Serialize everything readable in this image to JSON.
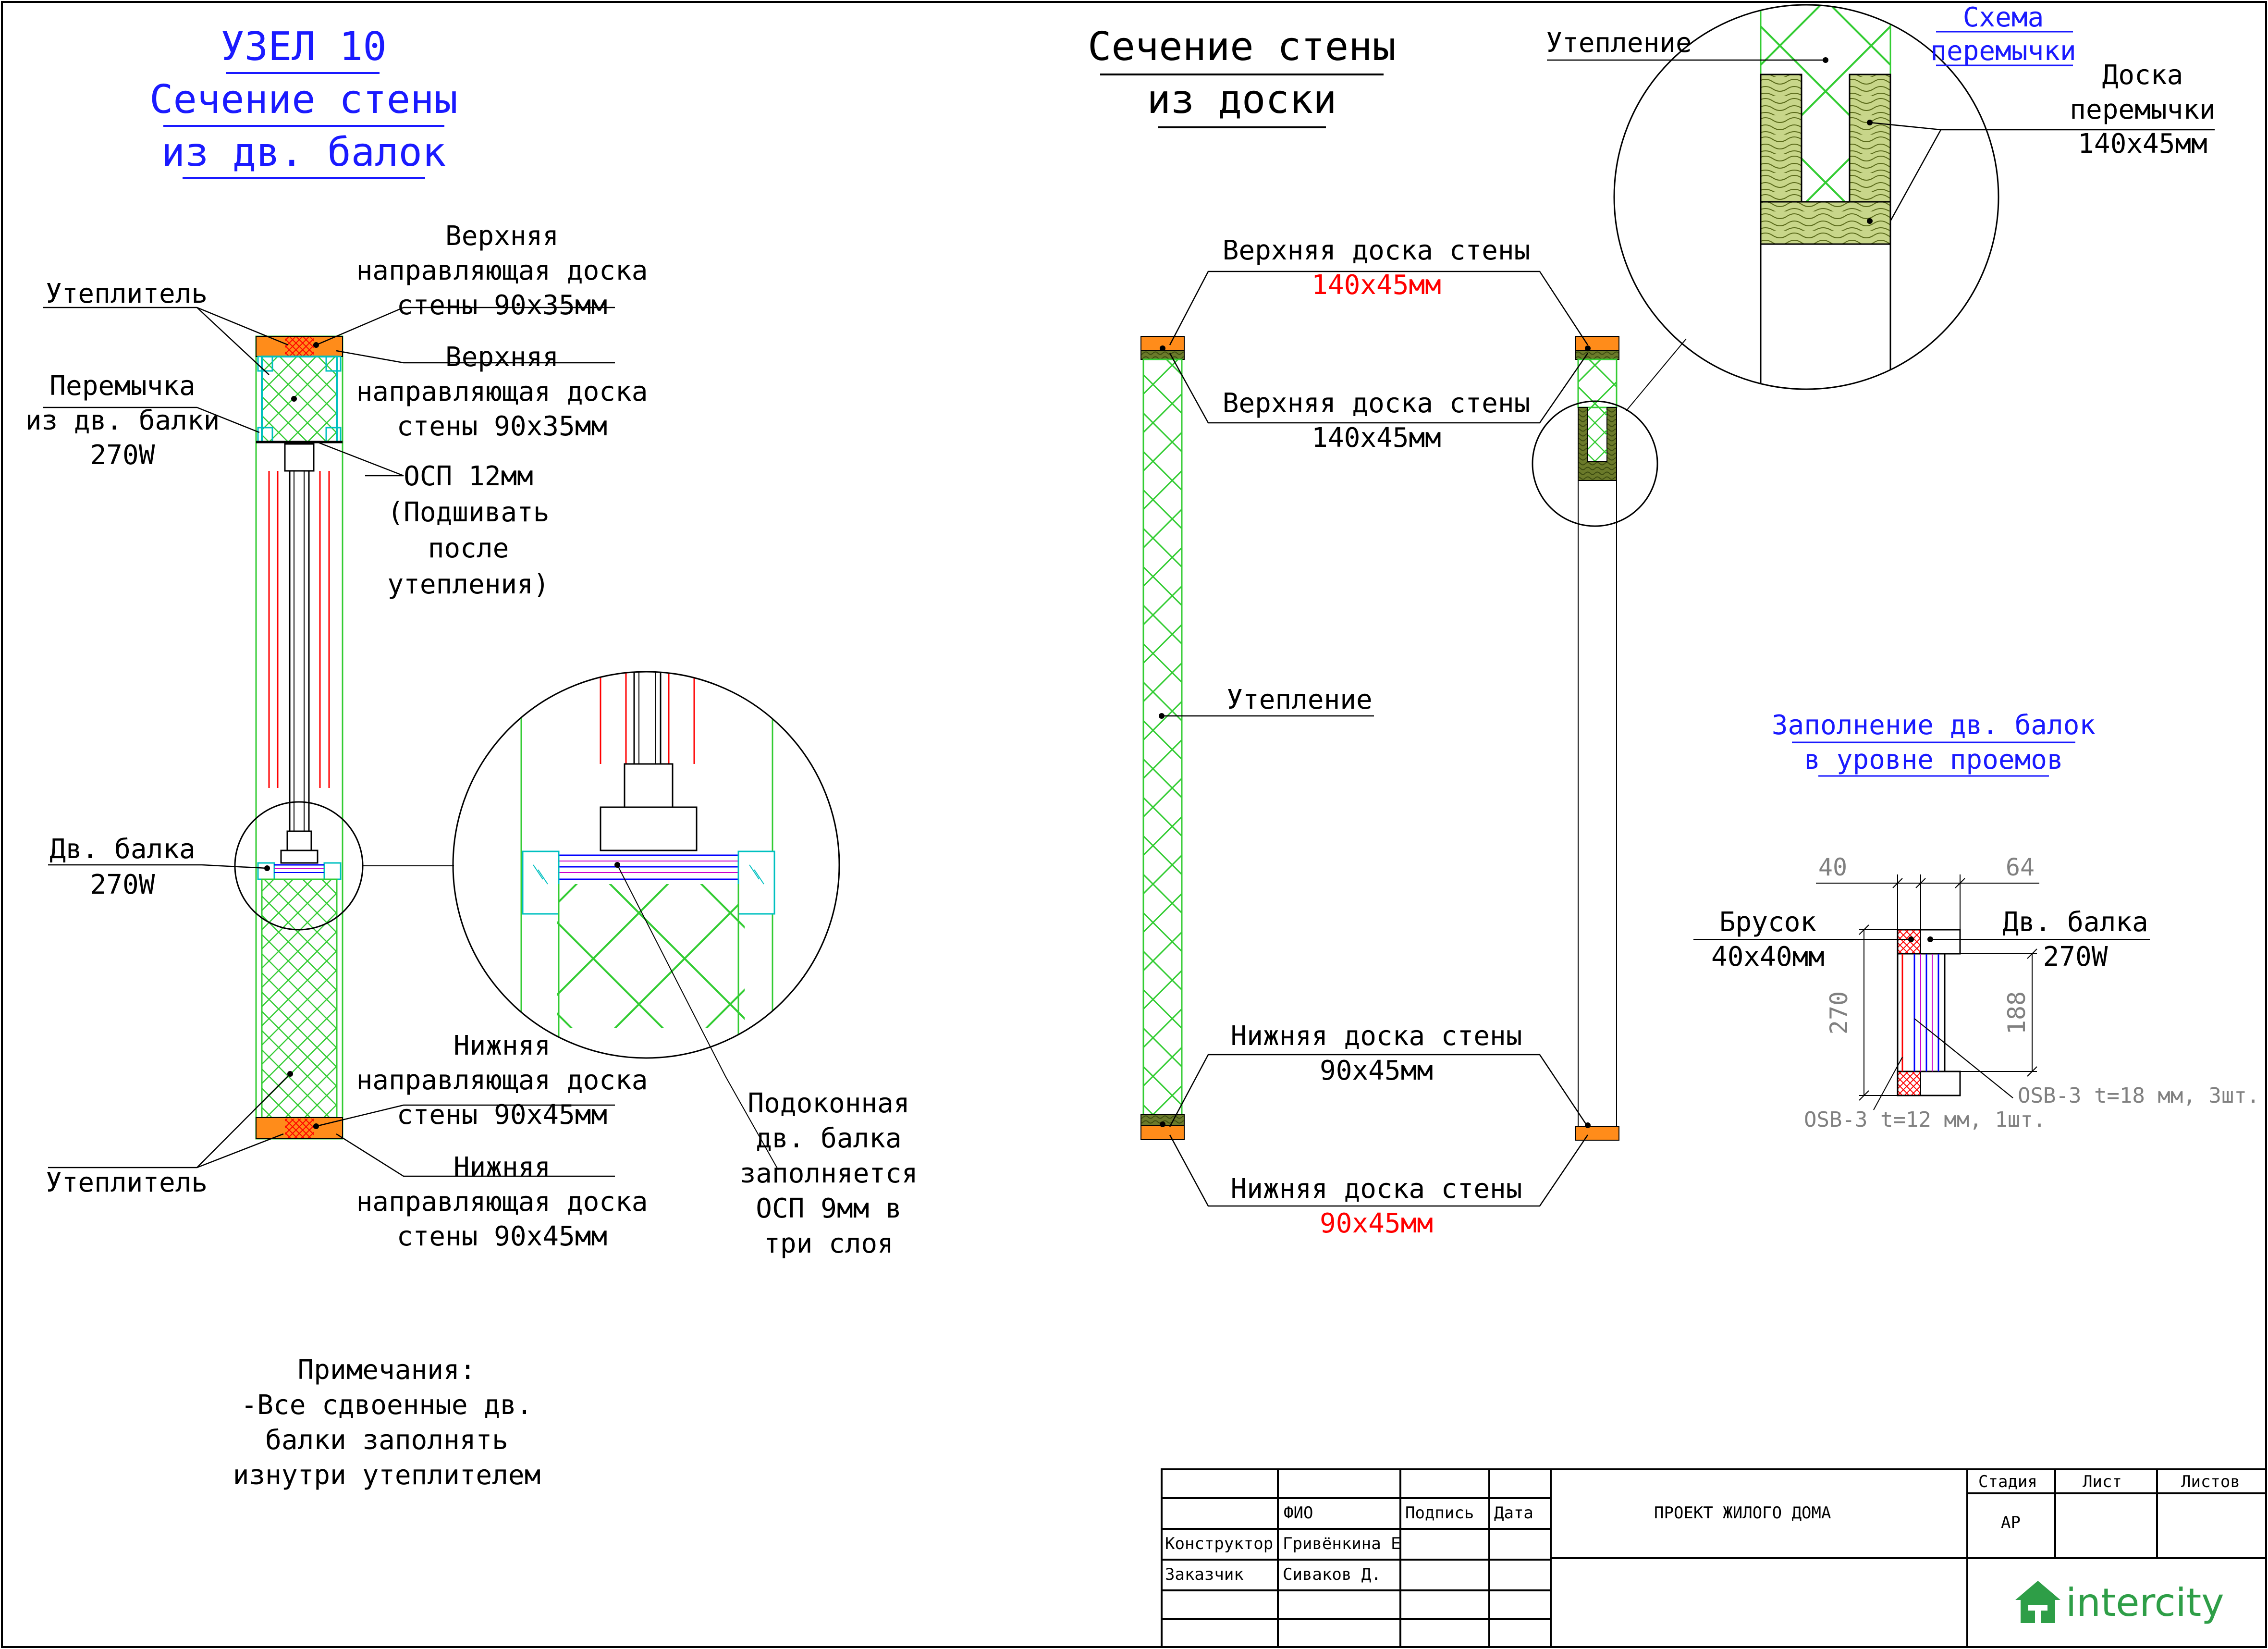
{
  "colors": {
    "ink": "#000000",
    "title_blue": "#1a1aff",
    "red_text": "#ff0000",
    "insulation_green": "#33cc33",
    "board_orange": "#ff8c1a",
    "wood_olive": "#6b7a2a",
    "wood_fill": "#c8d68a",
    "cyan": "#00c0c0",
    "red_line": "#ff0000",
    "blue_line": "#0000ff",
    "magenta_line": "#cc00cc",
    "logo_green": "#2e9e47",
    "logo_blue": "#1f6fb8"
  },
  "left_block": {
    "title": [
      "УЗЕЛ 10",
      "Сечение стены",
      "из дв. балок"
    ],
    "labels": {
      "insulator_top": "Утеплитель",
      "lintel": [
        "Перемычка",
        "из дв. балки",
        "270W"
      ],
      "top_guide_1": [
        "Верхняя",
        "направляющая доска",
        "стены  90х35мм"
      ],
      "top_guide_2": [
        "Верхняя",
        "направляющая доска",
        "стены  90х35мм"
      ],
      "osb": [
        "ОСП 12мм",
        "(Подшивать",
        "после",
        "утепления)"
      ],
      "double_beam": [
        "Дв. балка",
        "270W"
      ],
      "bottom_guide_1": [
        "Нижняя",
        "направляющая доска",
        "стены  90х45мм"
      ],
      "bottom_guide_2": [
        "Нижняя",
        "направляющая доска",
        "стены  90х45мм"
      ],
      "insulator_bottom": "Утеплитель",
      "sill_beam": [
        "Подоконная",
        "дв. балка",
        "заполняется",
        "ОСП 9мм в",
        "три слоя"
      ]
    },
    "notes": [
      "Примечания:",
      "-Все сдвоенные дв.",
      "балки заполнять",
      "изнутри утеплителем"
    ]
  },
  "right_block": {
    "title": [
      "Сечение стены",
      "из доски"
    ],
    "labels": {
      "top_board_1": [
        "Верхняя доска стены",
        "140х45мм"
      ],
      "top_board_2": [
        "Верхняя доска стены",
        "140х45мм"
      ],
      "insulation": "Утепление",
      "bottom_board_1": [
        "Нижняя доска стены",
        "90х45мм"
      ],
      "bottom_board_2": [
        "Нижняя доска стены",
        "90х45мм"
      ],
      "detail_insulation": "Утепление",
      "lintel_scheme": [
        "Схема",
        "перемычки"
      ],
      "lintel_board": [
        "Доска",
        "перемычки",
        "140х45мм"
      ]
    }
  },
  "fill_block": {
    "title": [
      "Заполнение дв. балок",
      "в уровне проемов"
    ],
    "dims": {
      "d40": "40",
      "d64": "64",
      "d270": "270",
      "d188": "188"
    },
    "labels": {
      "bar": [
        "Брусок",
        "40х40мм"
      ],
      "double_beam": [
        "Дв. балка",
        "270W"
      ],
      "osb_1": "OSB-3  t=12  мм,  1шт.",
      "osb_3": "OSB-3  t=18  мм,  3шт."
    }
  },
  "title_block": {
    "fio_header": "ФИО",
    "sign_header": "Подпись",
    "date_header": "Дата",
    "rows": [
      {
        "role": "Конструктор",
        "name": "Гривёнкина Е"
      },
      {
        "role": "Заказчик",
        "name": "Сиваков Д."
      }
    ],
    "project": "ПРОЕКТ ЖИЛОГО ДОМА",
    "stage_header": "Стадия",
    "sheet_header": "Лист",
    "sheets_header": "Листов",
    "stage_value": "АР",
    "logo_text": "intercity"
  }
}
